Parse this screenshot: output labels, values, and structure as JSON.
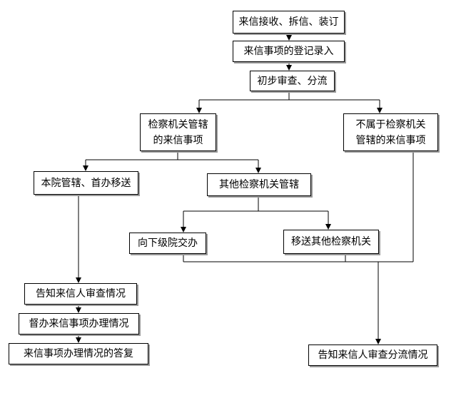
{
  "diagram": {
    "nodes": {
      "receive": "来信接收、拆信、装订",
      "register": "来信事项的登记录入",
      "review": "初步审查、分流",
      "procuratorate_line1": "检察机关管辖",
      "procuratorate_line2": "的来信事项",
      "non_procuratorate_line1": "不属于检察机关",
      "non_procuratorate_line2": "管辖的来信事项",
      "this_court": "本院管辖、首办移送",
      "other_procuratorate": "其他检察机关管辖",
      "lower_court": "向下级院交办",
      "transfer_other": "移送其他检察机关",
      "notify_review": "告知来信人审查情况",
      "supervise": "督办来信事项办理情况",
      "reply": "来信事项办理情况的答复",
      "notify_diversion": "告知来信人审查分流情况"
    },
    "edges": [
      [
        "receive",
        "register"
      ],
      [
        "register",
        "review"
      ],
      [
        "review",
        "procuratorate"
      ],
      [
        "review",
        "non_procuratorate"
      ],
      [
        "procuratorate",
        "this_court"
      ],
      [
        "procuratorate",
        "other_procuratorate"
      ],
      [
        "other_procuratorate",
        "lower_court"
      ],
      [
        "other_procuratorate",
        "transfer_other"
      ],
      [
        "this_court",
        "notify_review"
      ],
      [
        "notify_review",
        "supervise"
      ],
      [
        "supervise",
        "reply"
      ],
      [
        "lower_court",
        "notify_diversion"
      ],
      [
        "transfer_other",
        "notify_diversion"
      ],
      [
        "non_procuratorate",
        "notify_diversion"
      ]
    ],
    "colors": {
      "line": "#000000",
      "box_border": "#000000",
      "box_shadow": "#9a9a9a"
    }
  }
}
